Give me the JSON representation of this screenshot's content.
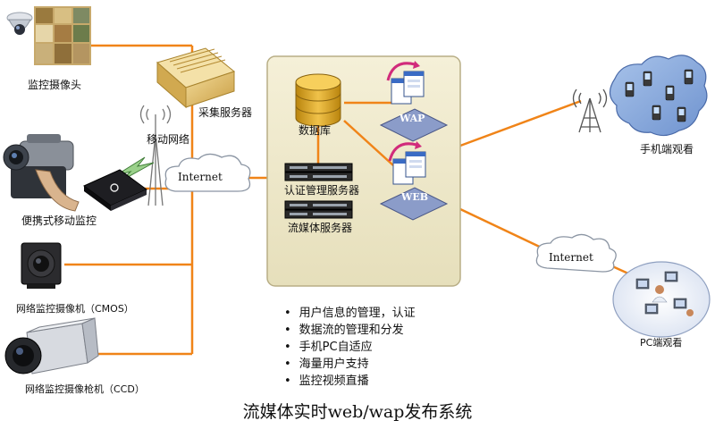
{
  "colors": {
    "connector": "#f08418",
    "panel": "#efe9c8",
    "panel_border": "#b8ae86",
    "database": "#d9a21b",
    "server_rack": "#2a2a2a"
  },
  "devices": {
    "surveillance_camera": "监控摄像头",
    "portable_monitor": "便携式移动监控",
    "network_camera_cmos": "网络监控摄像机（CMOS）",
    "network_gun_camera_ccd": "网络监控摄像枪机（CCD）"
  },
  "network": {
    "mobile_network": "移动网络",
    "capture_server": "采集服务器",
    "internet_left": "Internet",
    "internet_right": "Internet"
  },
  "center": {
    "database": "数据库",
    "auth_server": "认证管理服务器",
    "streaming_server": "流媒体服务器",
    "wap_label": "WAP",
    "web_label": "WEB"
  },
  "clients": {
    "mobile_viewing": "手机端观看",
    "pc_viewing": "PC端观看"
  },
  "features": [
    "用户信息的管理，认证",
    "数据流的管理和分发",
    "手机PC自适应",
    "海量用户支持",
    "监控视频直播"
  ],
  "title": "流媒体实时web/wap发布系统"
}
